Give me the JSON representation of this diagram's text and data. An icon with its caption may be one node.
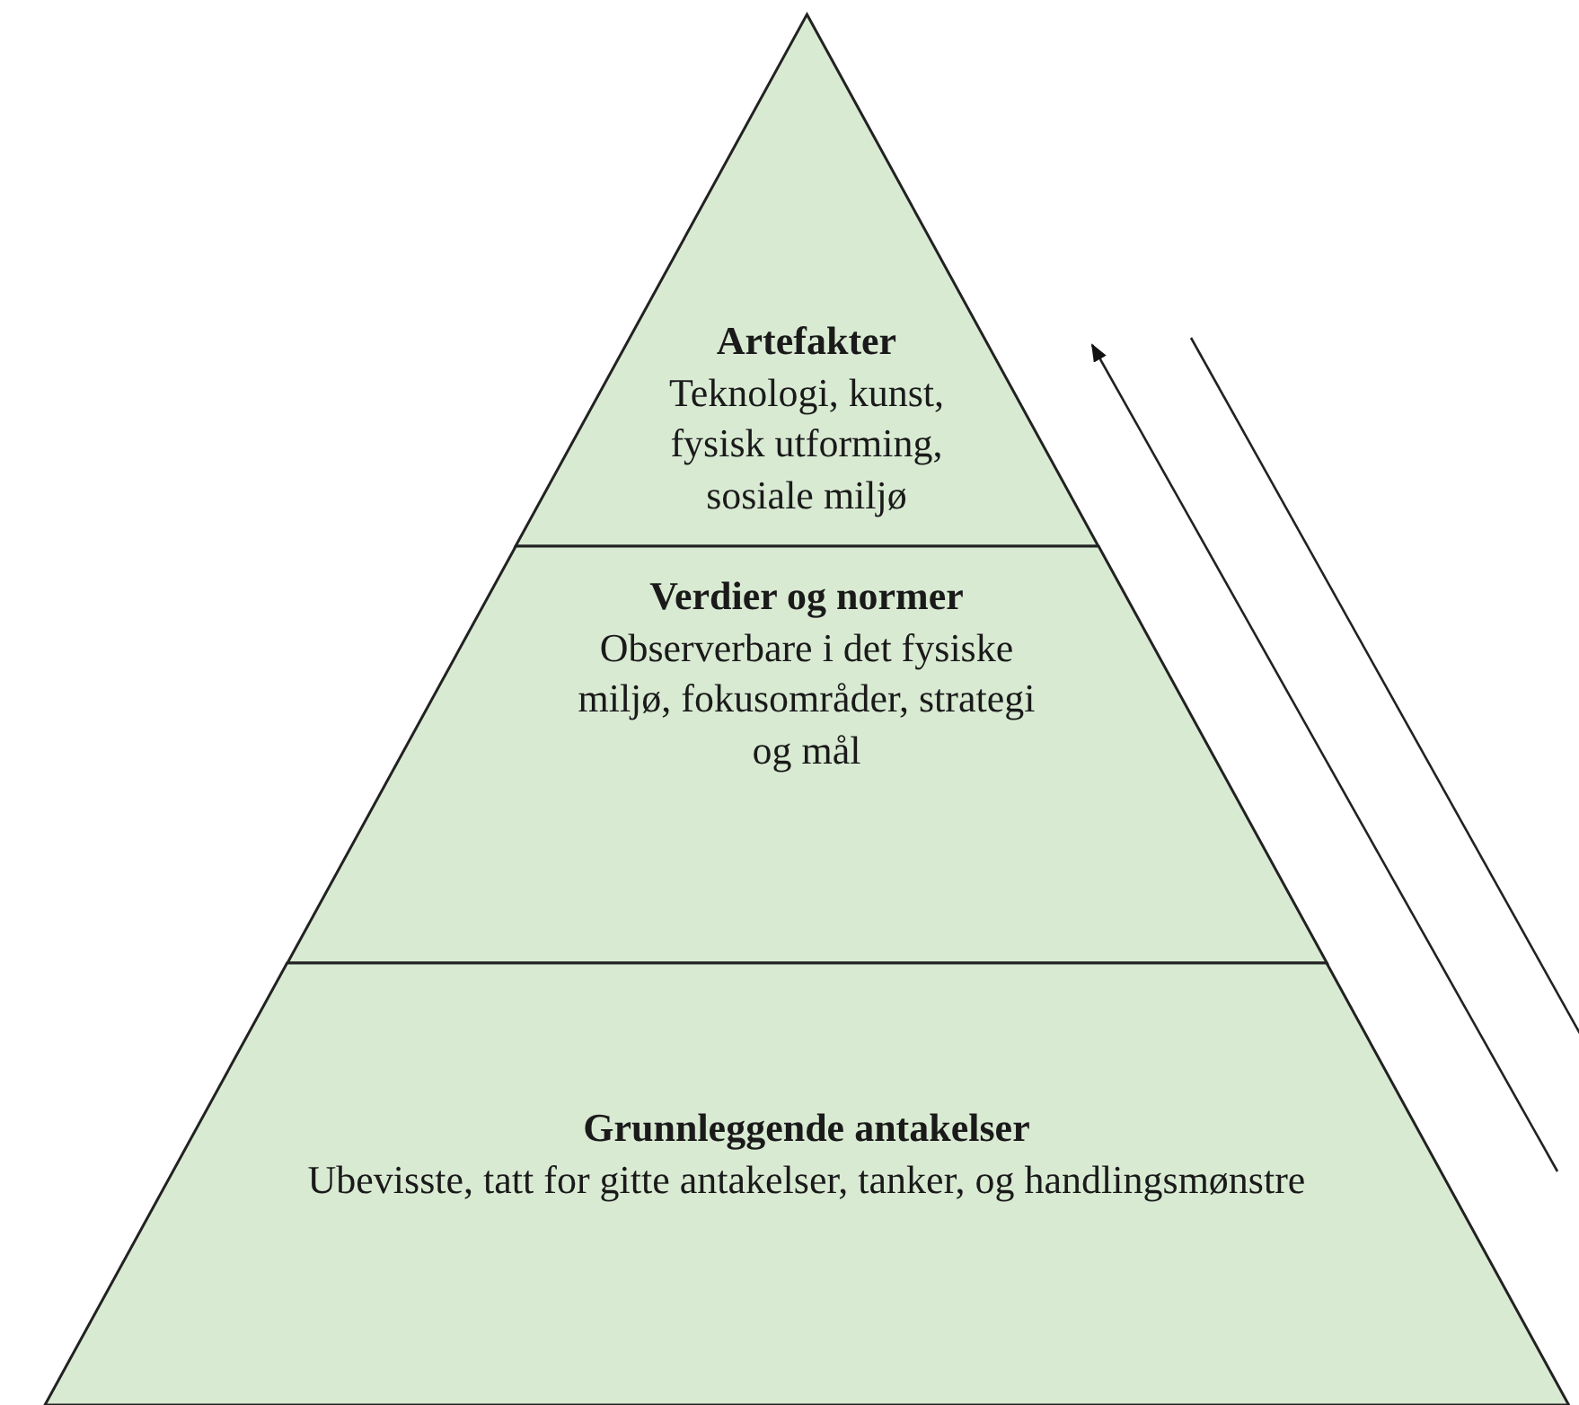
{
  "diagram": {
    "nodes": [
      {
        "text": [
          "Artefakter",
          "Teknologi, kunst, fysisk utforming, sosiale miljø"
        ]
      },
      {
        "text": [
          "Verdier og normer",
          "Observerbare i det fysiske miljø, fokusområder, strategi og mål"
        ]
      },
      {
        "text": [
          "Grunnleggende antakelser",
          "Ubevisste, tatt for gitte antakelser, tanker, og handlingsmønstre"
        ]
      }
    ]
  }
}
